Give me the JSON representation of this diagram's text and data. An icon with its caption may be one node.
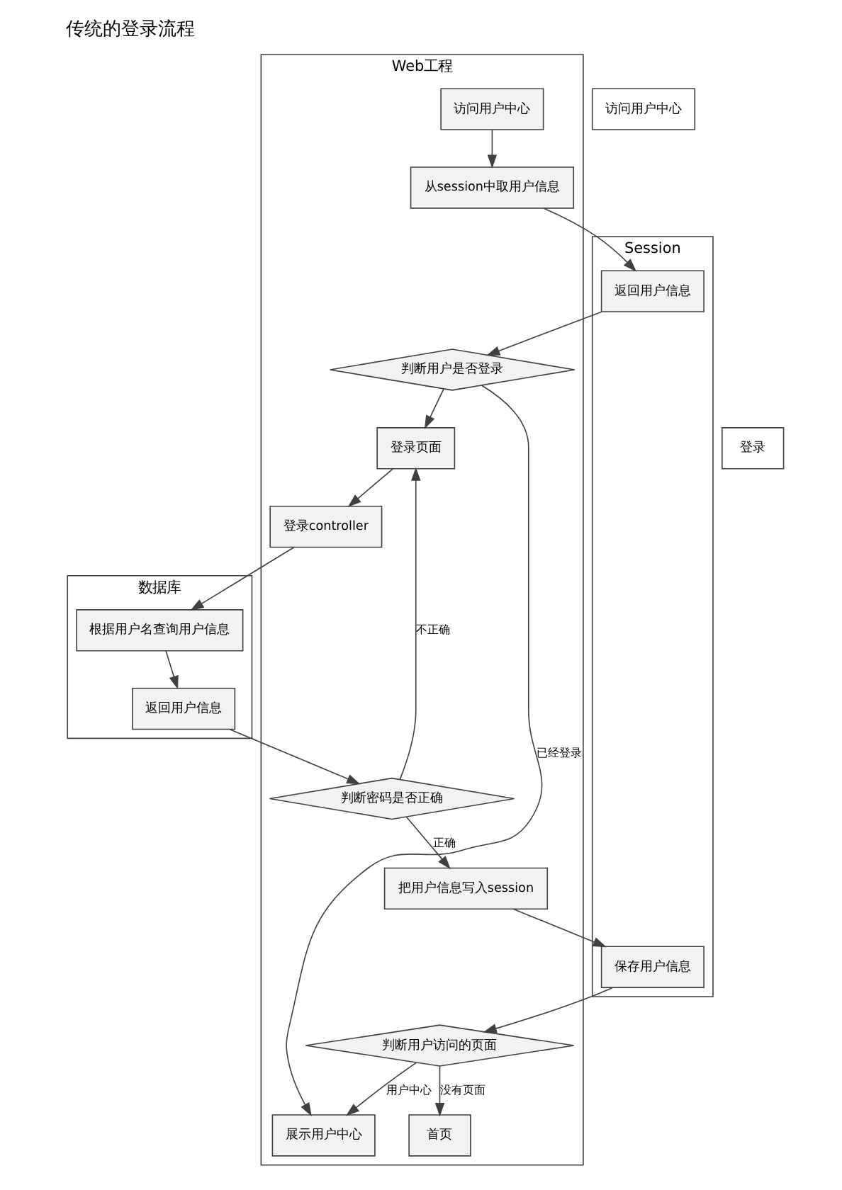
{
  "diagram": {
    "title": "传统的登录流程",
    "nodes": [
      {
        "text": [
          "Web工程"
        ]
      },
      {
        "text": [
          "数据库"
        ]
      },
      {
        "text": [
          "Session"
        ]
      },
      {
        "text": [
          "登录"
        ]
      },
      {
        "text": [
          "访问用户中心"
        ]
      },
      {
        "text": [
          "登录页面"
        ],
        "in": 0
      },
      {
        "text": [
          "登录controller"
        ],
        "in": 0
      },
      {
        "text": [
          "根据用户名查询用户信息"
        ],
        "in": 1
      },
      {
        "text": [
          "返回用户信息"
        ],
        "in": 1
      },
      {
        "text": [
          "判断密码是否正确"
        ],
        "in": 0
      },
      {
        "text": [
          "把用户信息写入session"
        ],
        "in": 0
      },
      {
        "text": [
          "保存用户信息"
        ],
        "in": 2
      },
      {
        "text": [
          "首页"
        ],
        "in": 0
      },
      {
        "text": [
          "判断用户访问的页面"
        ],
        "in": 0
      },
      {
        "text": [
          "访问用户中心"
        ],
        "in": 0
      },
      {
        "text": [
          "从session中取用户信息"
        ],
        "in": 0
      },
      {
        "text": [
          "返回用户信息"
        ],
        "in": 2
      },
      {
        "text": [
          "判断用户是否登录"
        ],
        "in": 0
      },
      {
        "text": [
          "展示用户中心"
        ],
        "in": 0
      }
    ],
    "edges": [
      {
        "from": 5,
        "to": 6,
        "arrow": "to"
      },
      {
        "from": 6,
        "to": 7,
        "arrow": "to"
      },
      {
        "from": 7,
        "to": 8,
        "arrow": "to"
      },
      {
        "from": 8,
        "to": 9,
        "arrow": "to"
      },
      {
        "from": 9,
        "to": 5,
        "arrow": "to",
        "label": "不正确"
      },
      {
        "from": 9,
        "to": 10,
        "arrow": "to",
        "label": "正确"
      },
      {
        "from": 10,
        "to": 11,
        "arrow": "to"
      },
      {
        "from": 11,
        "to": 13,
        "arrow": "to"
      },
      {
        "from": 13,
        "to": 12,
        "arrow": "to",
        "label": "没有页面"
      },
      {
        "from": 13,
        "to": 18,
        "arrow": "to",
        "label": "用户中心"
      },
      {
        "from": 14,
        "to": 15,
        "arrow": "to"
      },
      {
        "from": 15,
        "to": 16,
        "arrow": "to"
      },
      {
        "from": 16,
        "to": 17,
        "arrow": "to"
      },
      {
        "from": 17,
        "to": 5,
        "arrow": "to"
      },
      {
        "from": 17,
        "to": 18,
        "arrow": "to",
        "label": "已经登录"
      }
    ]
  }
}
